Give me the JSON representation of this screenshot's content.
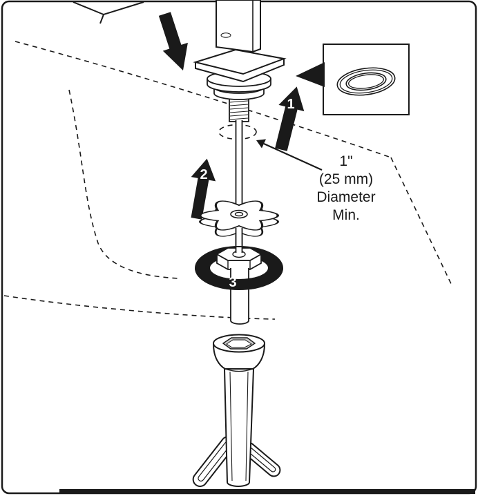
{
  "annotation": {
    "line1": "1\"",
    "line2": "(25 mm)",
    "line3": "Diameter",
    "line4": "Min."
  },
  "steps": {
    "one": "1",
    "two": "2",
    "three": "3"
  },
  "colors": {
    "ink": "#1a1a1a",
    "paper": "#ffffff",
    "recess_shade": "#cfcfcf"
  },
  "icons": {
    "press_down_arrow": "▼",
    "step_one_arrow": "▲",
    "step_two_arrow": "▲",
    "rotation_ring": "⟳",
    "detail_pointer": "◀"
  }
}
